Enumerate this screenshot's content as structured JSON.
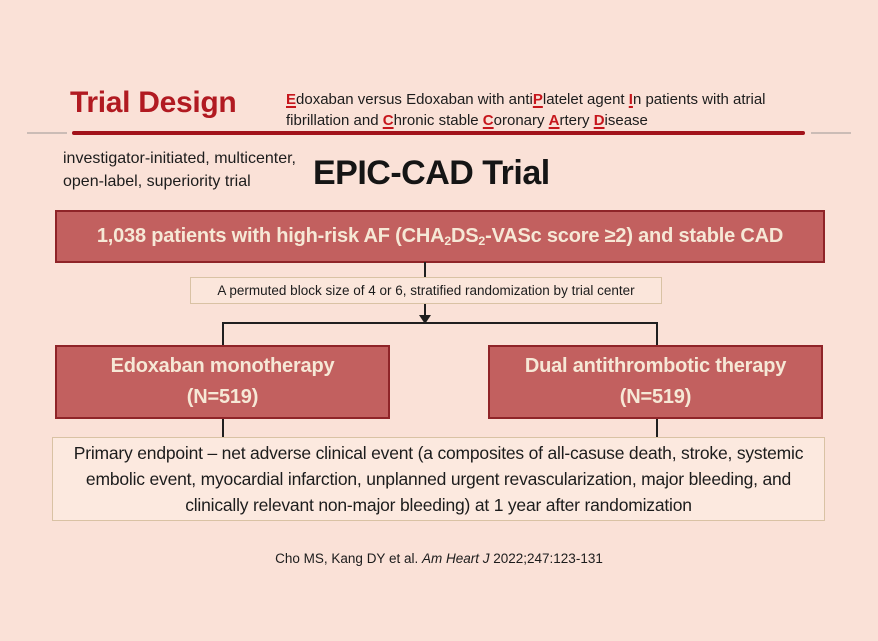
{
  "colors": {
    "background": "#fae1d7",
    "accent_red": "#b11a21",
    "flow_box_fill": "#c2605f",
    "flow_box_border": "#8f2428",
    "flow_box_text": "#f6e8d6",
    "tan_border": "#d9c2a4",
    "connector_black": "#1f1f1f"
  },
  "header": {
    "title": "Trial Design",
    "subtitle_segments": [
      {
        "t": "E",
        "c": "hl"
      },
      {
        "t": "doxaban versus Edoxaban with anti"
      },
      {
        "t": "P",
        "c": "hl"
      },
      {
        "t": "latelet agent "
      },
      {
        "t": "I",
        "c": "hl"
      },
      {
        "t": "n patients with atrial"
      },
      {
        "br": true
      },
      {
        "t": "fibrillation and "
      },
      {
        "t": "C",
        "c": "hl"
      },
      {
        "t": "hronic stable "
      },
      {
        "t": "C",
        "c": "hl"
      },
      {
        "t": "oronary "
      },
      {
        "t": "A",
        "c": "hl"
      },
      {
        "t": "rtery "
      },
      {
        "t": "D",
        "c": "hl"
      },
      {
        "t": "isease"
      }
    ]
  },
  "intro": {
    "trial_type_line1": "investigator-initiated, multicenter,",
    "trial_type_line2": "open-label, superiority trial",
    "trial_name": "EPIC-CAD Trial"
  },
  "flow": {
    "enrollment_segments": [
      {
        "t": "1,038 patients with high-risk AF (CHA"
      },
      {
        "t": "2",
        "c": "sub"
      },
      {
        "t": "DS"
      },
      {
        "t": "2",
        "c": "sub"
      },
      {
        "t": "-VASc score ≥2) and stable CAD"
      }
    ],
    "randomization": "A permuted block size of 4 or 6, stratified randomization by trial center",
    "arms": [
      {
        "name": "Edoxaban monotherapy",
        "n": "(N=519)"
      },
      {
        "name": "Dual antithrombotic therapy",
        "n": "(N=519)"
      }
    ],
    "endpoint": "Primary endpoint – net adverse clinical event (a composites of all-casuse death, stroke, systemic embolic event, myocardial infarction, unplanned urgent revascularization, major bleeding, and clinically relevant non-major bleeding) at 1 year after randomization"
  },
  "footer": {
    "citation_segments": [
      {
        "t": "Cho MS, Kang DY et al. "
      },
      {
        "t": "Am Heart J",
        "c": "it"
      },
      {
        "t": " 2022;247:123-131"
      }
    ]
  }
}
